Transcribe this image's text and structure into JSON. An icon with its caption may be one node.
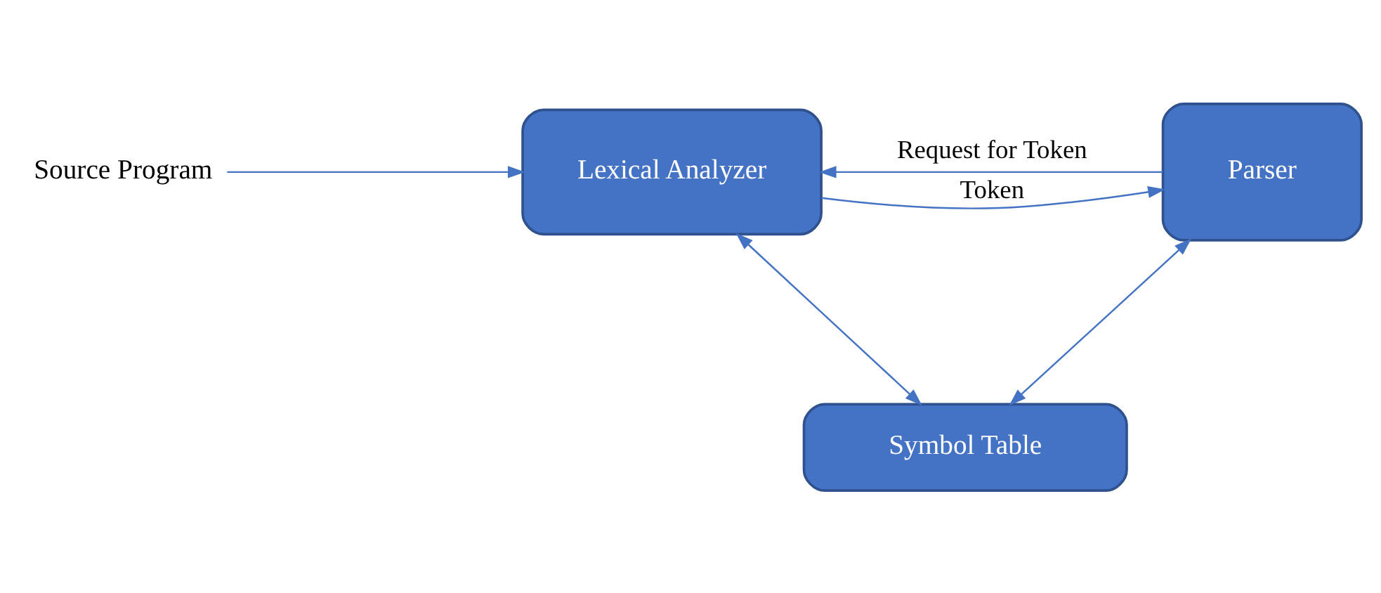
{
  "diagram": {
    "nodes": [
      {
        "text": [
          "Source Program"
        ]
      },
      {
        "text": [
          "Lexical Analyzer"
        ]
      },
      {
        "text": [
          "Parser"
        ]
      },
      {
        "text": [
          "Symbol Table"
        ]
      }
    ],
    "edges": [
      {
        "from": 0,
        "to": 1,
        "arrow": "to"
      },
      {
        "from": 1,
        "to": 2,
        "label": "Token",
        "arrow": "to"
      },
      {
        "from": 2,
        "to": 1,
        "label": "Request for Token",
        "arrow": "to"
      },
      {
        "from": 1,
        "to": 3,
        "arrow": "both"
      },
      {
        "from": 2,
        "to": 3,
        "arrow": "both"
      }
    ]
  }
}
